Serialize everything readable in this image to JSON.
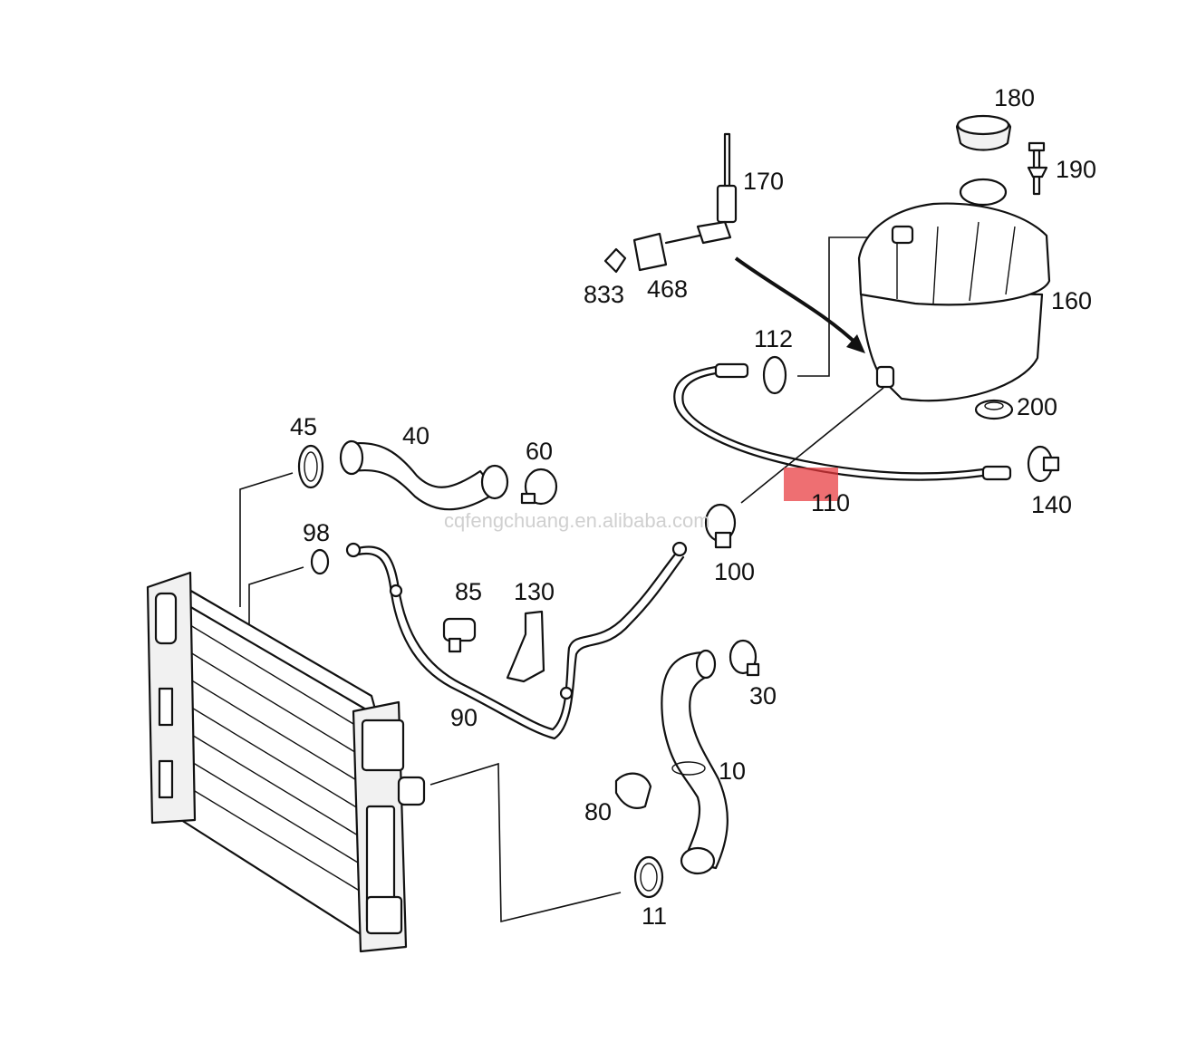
{
  "callouts": {
    "p180": "180",
    "p190": "190",
    "p170": "170",
    "p833": "833",
    "p468": "468",
    "p160": "160",
    "p112": "112",
    "p200": "200",
    "p45": "45",
    "p40": "40",
    "p60": "60",
    "p140": "140",
    "p110": "110",
    "p98": "98",
    "p100": "100",
    "p85": "85",
    "p130": "130",
    "p30": "30",
    "p90": "90",
    "p10": "10",
    "p80": "80",
    "p11": "11"
  },
  "watermark": "cqfengchuang.en.alibaba.com",
  "highlight_color": "#e8373c"
}
